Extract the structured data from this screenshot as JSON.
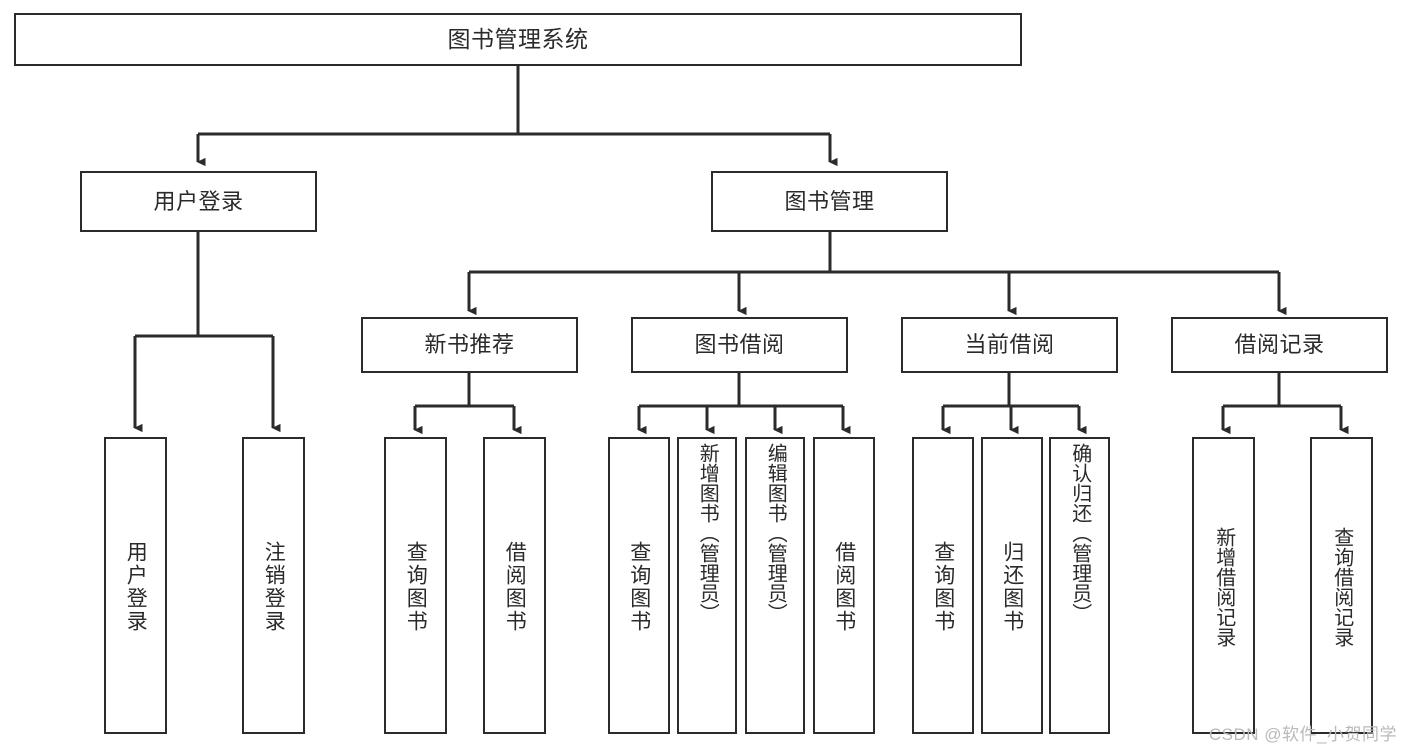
{
  "diagram": {
    "title": "图书管理系统",
    "type": "tree-hierarchy",
    "colors": {
      "stroke": "#2b2b2b",
      "text": "#2a2a2a",
      "background": "#ffffff",
      "watermark": "#b9b9b9"
    },
    "watermark": "CSDN @软件_小贺同学"
  },
  "nodes": {
    "root": {
      "label": "图书管理系统"
    },
    "level2": [
      {
        "label": "用户登录"
      },
      {
        "label": "图书管理"
      }
    ],
    "level3": [
      {
        "label": "新书推荐"
      },
      {
        "label": "图书借阅"
      },
      {
        "label": "当前借阅"
      },
      {
        "label": "借阅记录"
      }
    ],
    "leaves_user_login": [
      {
        "label": "用户登录"
      },
      {
        "label": "注销登录"
      }
    ],
    "leaves_new_book": [
      {
        "label": "查询图书"
      },
      {
        "label": "借阅图书"
      }
    ],
    "leaves_borrow": [
      {
        "label": "查询图书"
      },
      {
        "label": "新增图书（管理员）"
      },
      {
        "label": "编辑图书（管理员）"
      },
      {
        "label": "借阅图书"
      }
    ],
    "leaves_current": [
      {
        "label": "查询图书"
      },
      {
        "label": "归还图书"
      },
      {
        "label": "确认归还（管理员）"
      }
    ],
    "leaves_record": [
      {
        "label": "新增借阅记录"
      },
      {
        "label": "查询借阅记录"
      }
    ]
  }
}
